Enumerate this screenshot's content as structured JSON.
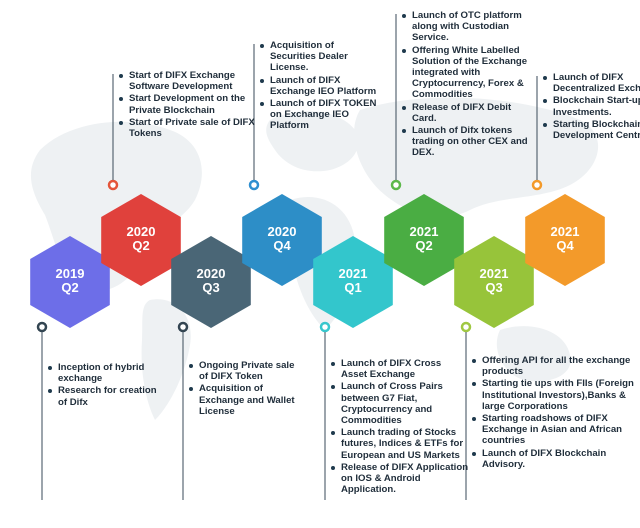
{
  "milestones": [
    {
      "year": "2019",
      "quarter": "Q2",
      "color": "#6d6ee8",
      "dot": "#334552",
      "items": [
        "Inception of hybrid exchange",
        "Research for creation of Difx"
      ]
    },
    {
      "year": "2020",
      "quarter": "Q2",
      "color": "#e0413c",
      "dot": "#e4553a",
      "items": [
        "Start of DIFX Exchange Software Development",
        "Start Development on the Private Blockchain",
        "Start of Private sale of DIFX Tokens"
      ]
    },
    {
      "year": "2020",
      "quarter": "Q3",
      "color": "#4a6676",
      "dot": "#334552",
      "items": [
        "Ongoing Private sale of DIFX Token",
        "Acquisition of Exchange and Wallet License"
      ]
    },
    {
      "year": "2020",
      "quarter": "Q4",
      "color": "#2d8ec7",
      "dot": "#2f8fd0",
      "items": [
        "Acquisition of Securities Dealer License.",
        "Launch of DIFX Exchange IEO Platform",
        "Launch of DIFX TOKEN on Exchange IEO Platform"
      ]
    },
    {
      "year": "2021",
      "quarter": "Q1",
      "color": "#33c6cc",
      "dot": "#37c7cd",
      "items": [
        "Launch of DIFX Cross Asset Exchange",
        "Launch of Cross Pairs between G7 Fiat, Cryptocurrency and Commodities",
        "Launch trading of Stocks futures, Indices & ETFs for European and US Markets",
        "Release of DIFX Application on IOS & Android Application."
      ]
    },
    {
      "year": "2021",
      "quarter": "Q2",
      "color": "#4aad43",
      "dot": "#5cb84a",
      "items": [
        "Launch of OTC platform along with Custodian Service.",
        "Offering White Labelled Solution of the Exchange integrated with Cryptocurrency, Forex & Commodities",
        "Release of DIFX Debit Card.",
        "Launch of Difx tokens trading on other CEX and DEX."
      ]
    },
    {
      "year": "2021",
      "quarter": "Q3",
      "color": "#97c43a",
      "dot": "#a0c842",
      "items": [
        "Offering API for all the exchange products",
        "Starting tie ups with FIIs (Foreign Institutional Investors),Banks & large Corporations",
        "Starting roadshows of DIFX Exchange in Asian and African countries",
        "Launch of DIFX Blockchain Advisory."
      ]
    },
    {
      "year": "2021",
      "quarter": "Q4",
      "color": "#f39a2a",
      "dot": "#f39a2a",
      "items": [
        "Launch of DIFX Decentralized Exchange.",
        "Blockchain Start-ups Investments.",
        "Starting Blockchain Development Centre."
      ]
    }
  ]
}
